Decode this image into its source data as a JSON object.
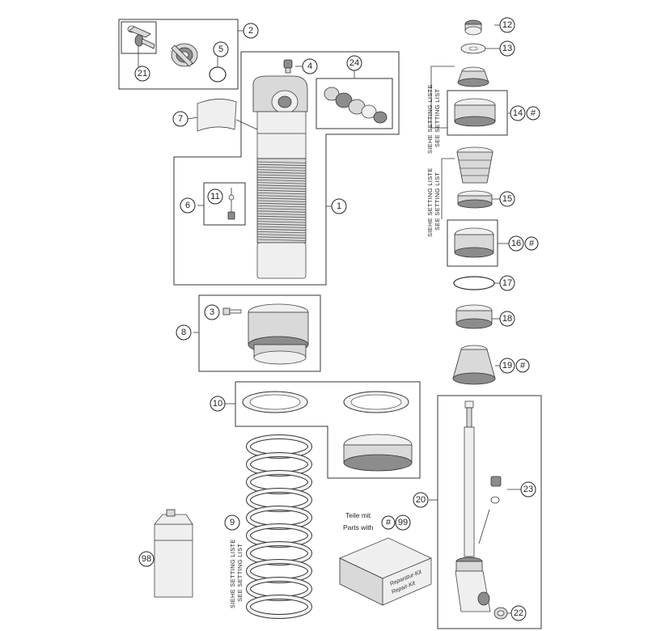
{
  "callouts": {
    "c1": "1",
    "c2": "2",
    "c3": "3",
    "c4": "4",
    "c5": "5",
    "c6": "6",
    "c7": "7",
    "c8": "8",
    "c9": "9",
    "c10": "10",
    "c11": "11",
    "c12": "12",
    "c13": "13",
    "c14": "14",
    "c15": "15",
    "c16": "16",
    "c17": "17",
    "c18": "18",
    "c19": "19",
    "c20": "20",
    "c21": "21",
    "c22": "22",
    "c23": "23",
    "c24": "24",
    "c98": "98",
    "c99": "99",
    "hash14": "#",
    "hash16": "#",
    "hash19": "#",
    "hash_note": "#"
  },
  "setting_list_labels": {
    "top_line1": "SIEHE SETTING LISTE",
    "top_line2": "SEE SETTING LIST",
    "mid_line1": "SIEHE SETTING LISTE",
    "mid_line2": "SEE SETTING LIST",
    "spring_line1": "SIEHE SETTING LISTE",
    "spring_line2": "SEE SETTING LIST"
  },
  "note": {
    "line1": "Teile mit",
    "line2": "Parts with"
  },
  "repair_kit": {
    "line1": "Reparatur-Kit",
    "line2": "Repair-Kit"
  }
}
